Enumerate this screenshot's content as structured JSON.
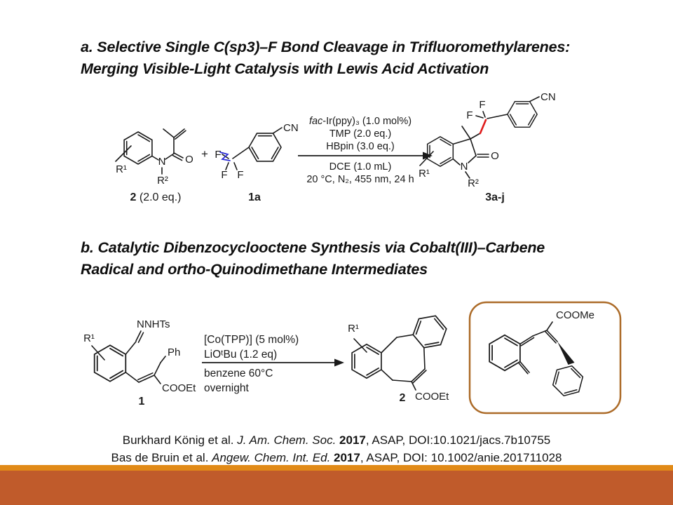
{
  "section_a": {
    "title_line1": "a. Selective Single C(sp3)–F Bond Cleavage in Trifluoromethylarenes:",
    "title_line2": "Merging Visible-Light Catalysis with Lewis Acid Activation",
    "labels": {
      "reactant_num": "2",
      "reactant_eq": " (2.0 eq.)",
      "plus": "+",
      "cf3_arene": "1a",
      "product": "3a-j"
    },
    "atoms": {
      "r1": "R¹",
      "r2": "R²",
      "n": "N",
      "o": "O",
      "f": "F",
      "cn": "CN"
    },
    "conditions": {
      "fac_italic": "fac",
      "fac_rest": "-Ir(ppy)₃ (1.0 mol%)",
      "tmp": "TMP (2.0 eq.)",
      "hbpin": "HBpin (3.0 eq.)",
      "solvent": "DCE (1.0 mL)",
      "temp": "20 °C, N₂, 455 nm, 24 h"
    },
    "colors": {
      "cleaved_bond": "#2B2BD5",
      "new_bond": "#DF1B1B"
    }
  },
  "section_b": {
    "title_line1": "b. Catalytic Dibenzocyclooctene Synthesis via Cobalt(III)–Carbene",
    "title_line2": "Radical and ortho-Quinodimethane Intermediates",
    "labels": {
      "reactant": "1",
      "product": "2"
    },
    "atoms": {
      "r1": "R¹",
      "nnhts": "NNHTs",
      "ph": "Ph",
      "cooet": "COOEt",
      "coome": "COOMe"
    },
    "conditions": {
      "cat": "[Co(TPP)] (5 mol%)",
      "base": "LiOᵗBu (1.2 eq)",
      "solvent": "benzene 60°C",
      "time": "overnight"
    },
    "box_border_color": "#AC6B28"
  },
  "citations": [
    {
      "authors": "Burkhard König et al. ",
      "journal": "J. Am. Chem. Soc. ",
      "year": "2017",
      "rest": ", ASAP, DOI:10.1021/jacs.7b10755"
    },
    {
      "authors": "Bas de Bruin et al. ",
      "journal": "Angew. Chem. Int. Ed. ",
      "year": "2017",
      "rest": ", ASAP, DOI: 10.1002/anie.201711028"
    }
  ],
  "footer": {
    "accent_color": "#E18A17",
    "band_color": "#C05B2B"
  }
}
